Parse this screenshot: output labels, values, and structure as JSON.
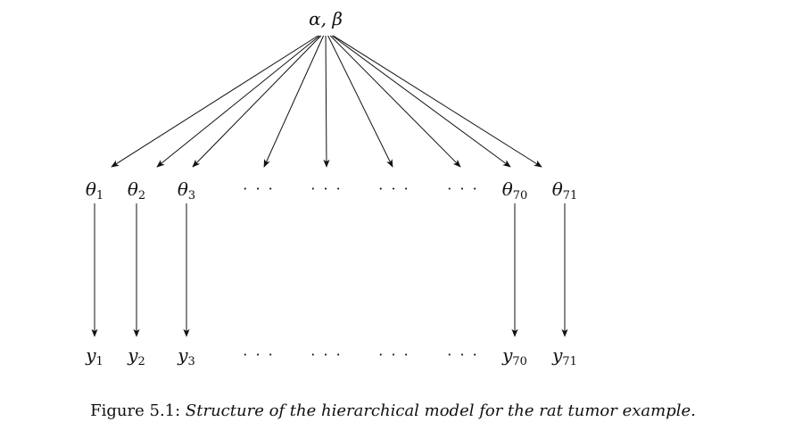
{
  "diagram": {
    "root": {
      "label": "α, β"
    },
    "theta_nodes": [
      {
        "kind": "var",
        "symbol": "θ",
        "sub": "1"
      },
      {
        "kind": "var",
        "symbol": "θ",
        "sub": "2"
      },
      {
        "kind": "var",
        "symbol": "θ",
        "sub": "3"
      },
      {
        "kind": "ellipsis",
        "text": "· · ·"
      },
      {
        "kind": "ellipsis",
        "text": "· · ·"
      },
      {
        "kind": "ellipsis",
        "text": "· · ·"
      },
      {
        "kind": "ellipsis",
        "text": "· · ·"
      },
      {
        "kind": "var",
        "symbol": "θ",
        "sub": "70"
      },
      {
        "kind": "var",
        "symbol": "θ",
        "sub": "71"
      }
    ],
    "y_nodes": [
      {
        "kind": "var",
        "symbol": "y",
        "sub": "1"
      },
      {
        "kind": "var",
        "symbol": "y",
        "sub": "2"
      },
      {
        "kind": "var",
        "symbol": "y",
        "sub": "3"
      },
      {
        "kind": "ellipsis",
        "text": "· · ·"
      },
      {
        "kind": "ellipsis",
        "text": "· · ·"
      },
      {
        "kind": "ellipsis",
        "text": "· · ·"
      },
      {
        "kind": "ellipsis",
        "text": "· · ·"
      },
      {
        "kind": "var",
        "symbol": "y",
        "sub": "70"
      },
      {
        "kind": "var",
        "symbol": "y",
        "sub": "71"
      }
    ]
  },
  "caption": {
    "prefix": "Figure 5.1:",
    "text": "Structure of the hierarchical model for the rat tumor example."
  }
}
